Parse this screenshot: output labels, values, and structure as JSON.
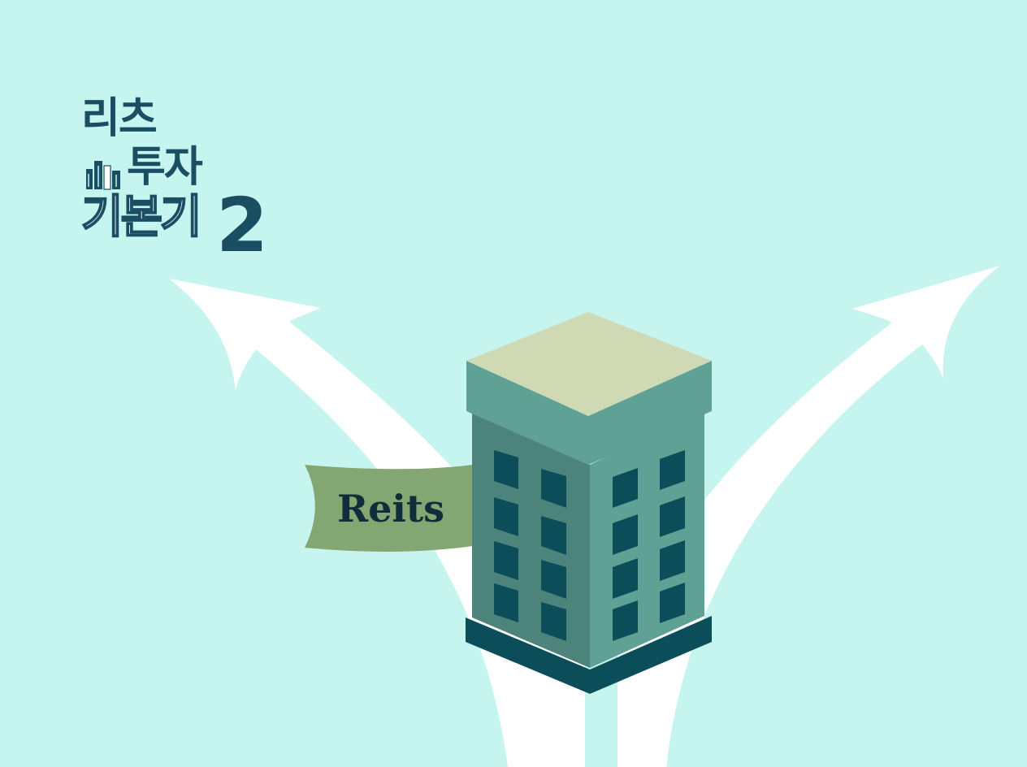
{
  "logo": {
    "line1": "리츠",
    "line2": "투자",
    "line3": "기본기",
    "number": "2",
    "icon": "buildings-icon"
  },
  "banner": {
    "label": "Reits"
  },
  "colors": {
    "background": "#c6f4ef",
    "arrow": "#ffffff",
    "brand_navy": "#1a4e63",
    "building_roof": "#cfd9b4",
    "building_facade_light": "#5fa195",
    "building_facade_dark": "#4c837a",
    "building_window": "#0b4d58",
    "building_base": "#0b4d58",
    "banner": "#83a672"
  }
}
